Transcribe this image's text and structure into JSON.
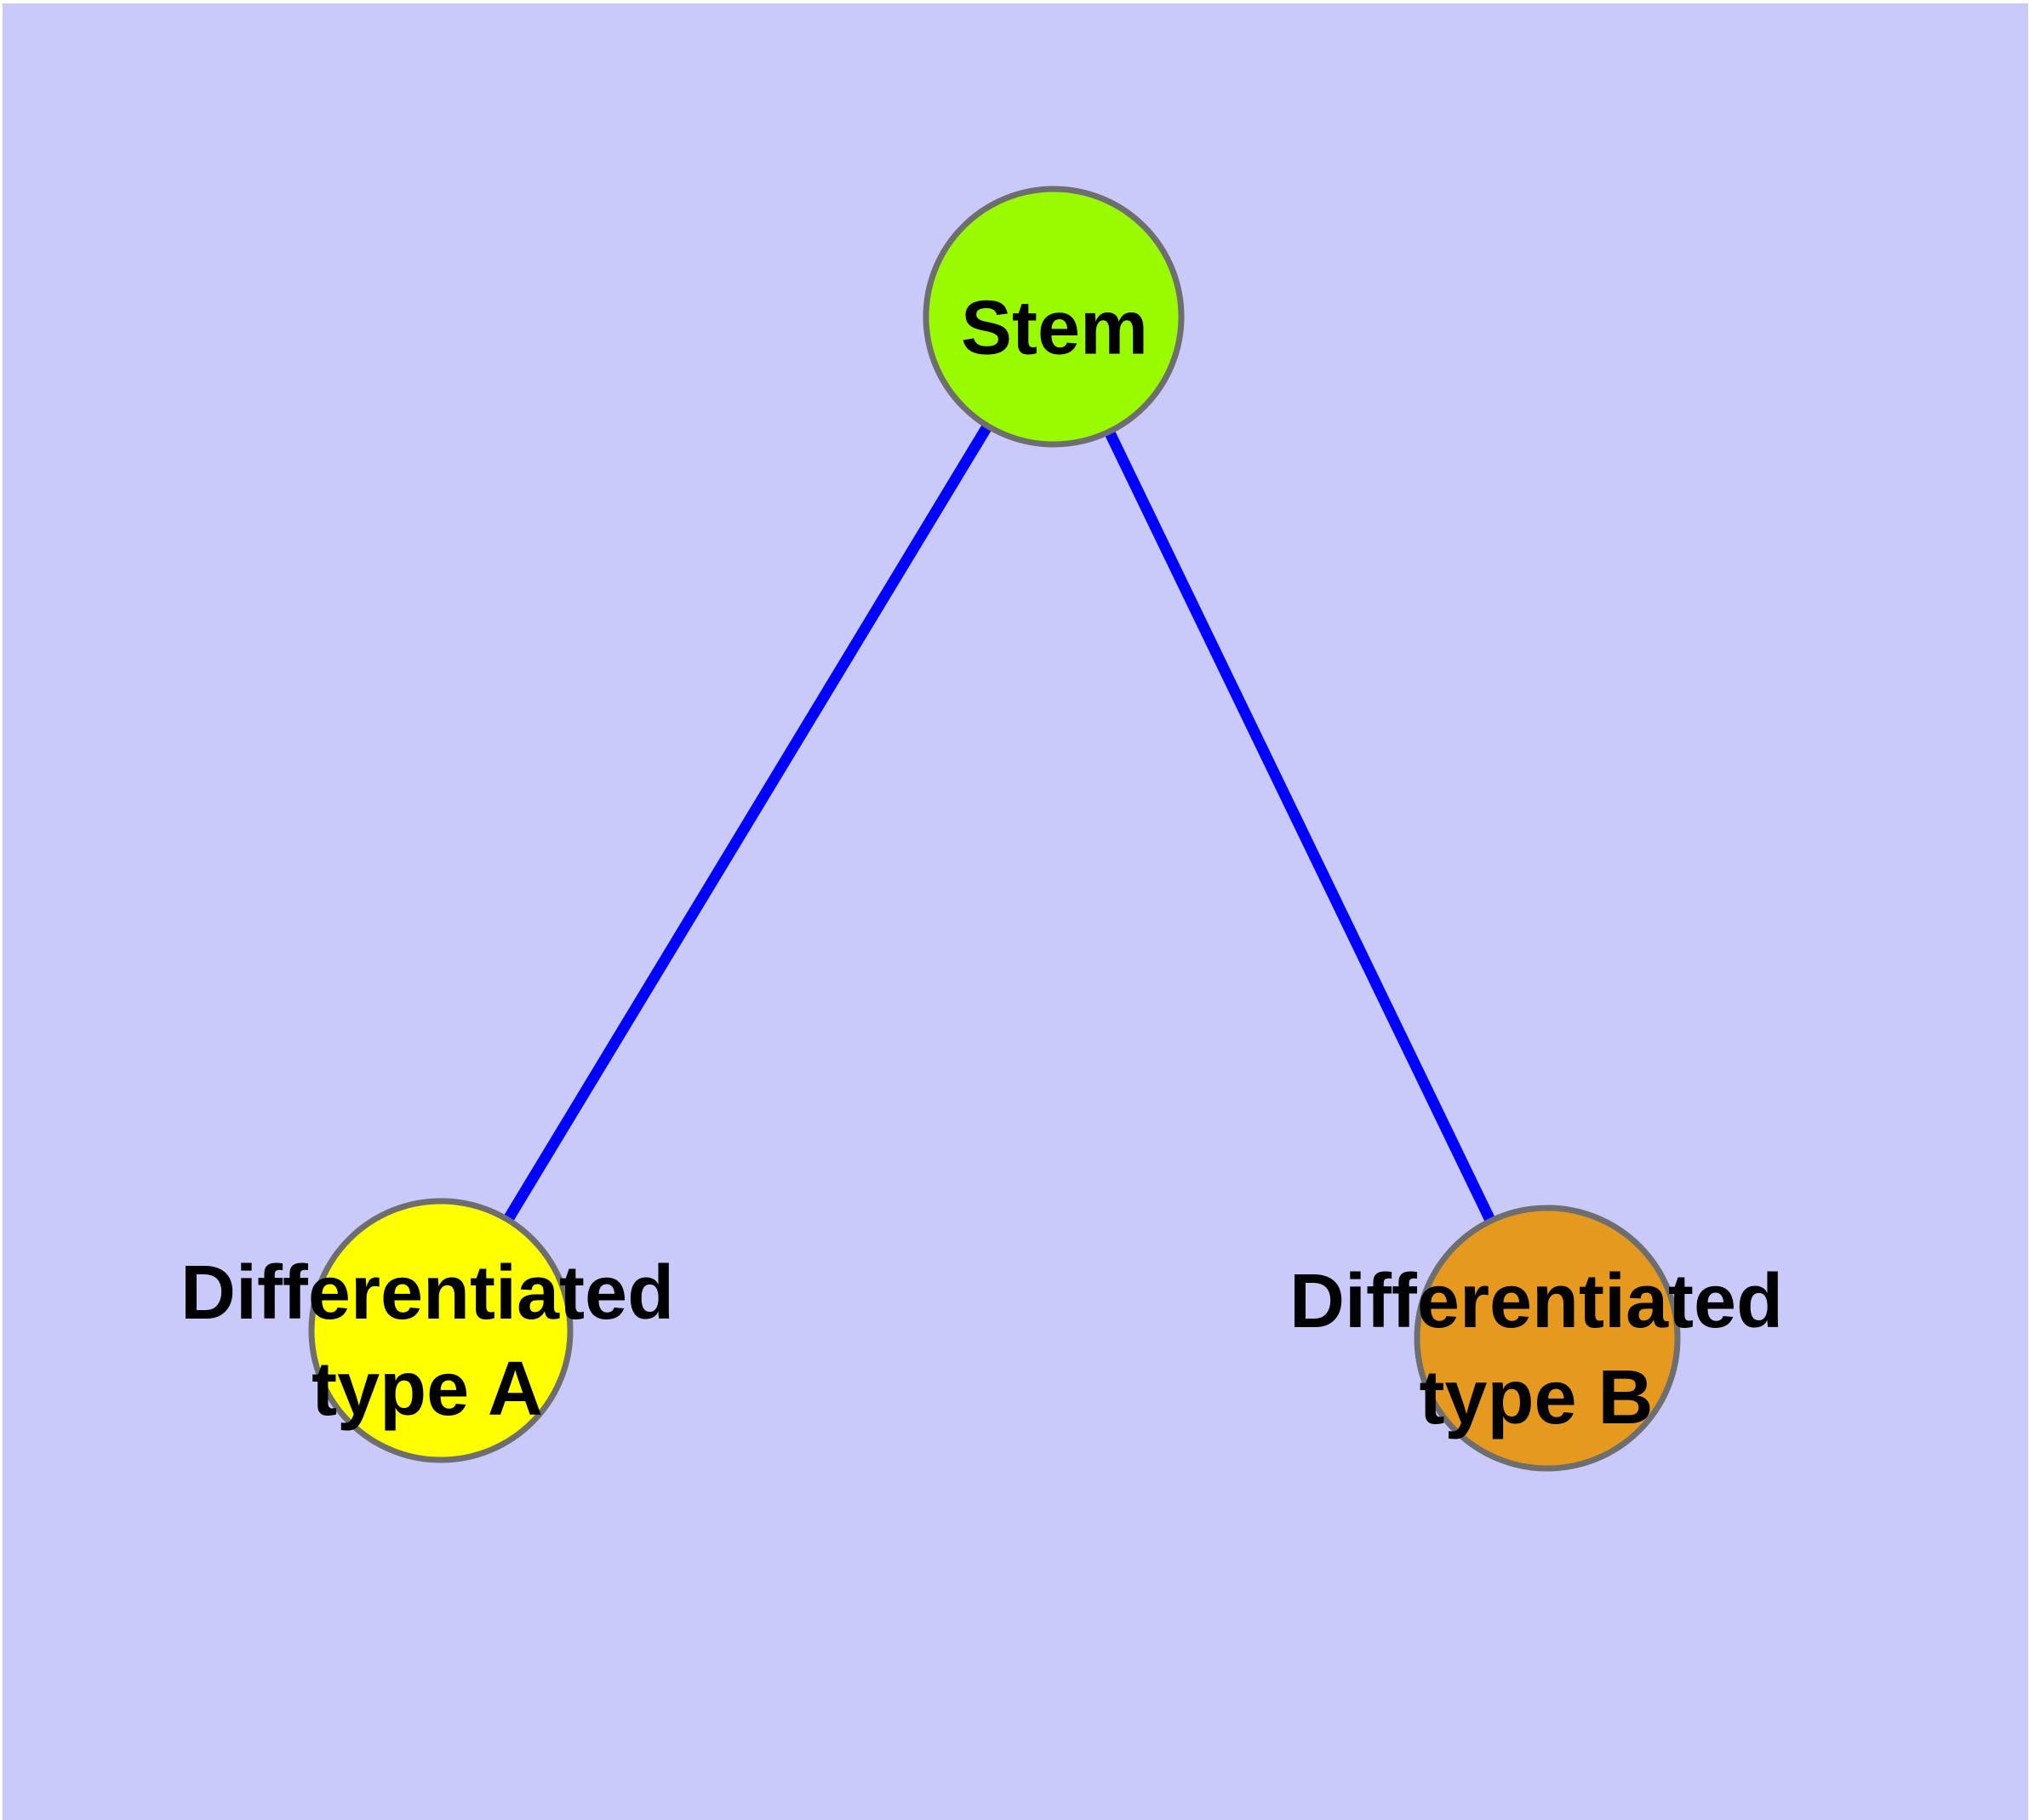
{
  "diagram": {
    "type": "node-edge-graph",
    "canvas_color": "#C9C9FA",
    "page_margin_color": "#FFFFFF",
    "edge_color": "#0000FF",
    "node_border_color": "#6E6E6E",
    "label_color": "#000000",
    "nodes": [
      {
        "id": "stem",
        "label": "Stem",
        "fill": "#9AFB00"
      },
      {
        "id": "differentiated-type-a",
        "label": "Differentiated\ntype A",
        "fill": "#FFFF00"
      },
      {
        "id": "differentiated-type-b",
        "label": "Differentiated\ntype B",
        "fill": "#E5991F"
      }
    ],
    "edges": [
      {
        "from": "Stem",
        "to": "Differentiated type A"
      },
      {
        "from": "Stem",
        "to": "Differentiated type B"
      }
    ]
  }
}
